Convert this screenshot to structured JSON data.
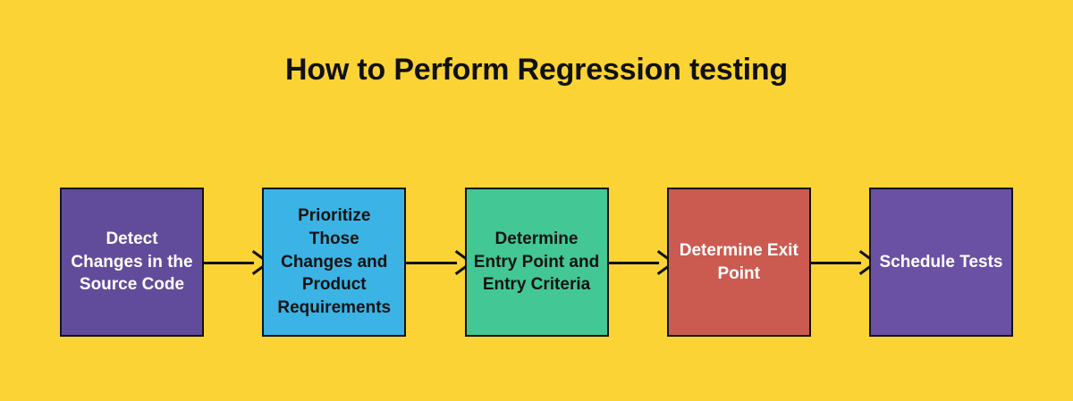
{
  "diagram": {
    "title": "How to Perform Regression testing",
    "type": "horizontal-flow",
    "background_color": "#fbd335",
    "border_color": "#131313",
    "arrow_color": "#131313",
    "steps": [
      {
        "label": "Detect Changes in the Source Code",
        "fill_color": "#614C9B",
        "text_color": "#ffffff"
      },
      {
        "label": "Prioritize Those Changes and Product Requirements",
        "fill_color": "#3BB3E4",
        "text_color": "#131313"
      },
      {
        "label": "Determine Entry Point and Entry Criteria",
        "fill_color": "#43C795",
        "text_color": "#131313"
      },
      {
        "label": "Determine Exit Point",
        "fill_color": "#CB5B50",
        "text_color": "#ffffff"
      },
      {
        "label": "Schedule Tests",
        "fill_color": "#6A51A3",
        "text_color": "#ffffff"
      }
    ],
    "connectors": [
      {
        "name": "arrow-step1-to-step2"
      },
      {
        "name": "arrow-step2-to-step3"
      },
      {
        "name": "arrow-step3-to-step4"
      },
      {
        "name": "arrow-step4-to-step5"
      }
    ]
  }
}
